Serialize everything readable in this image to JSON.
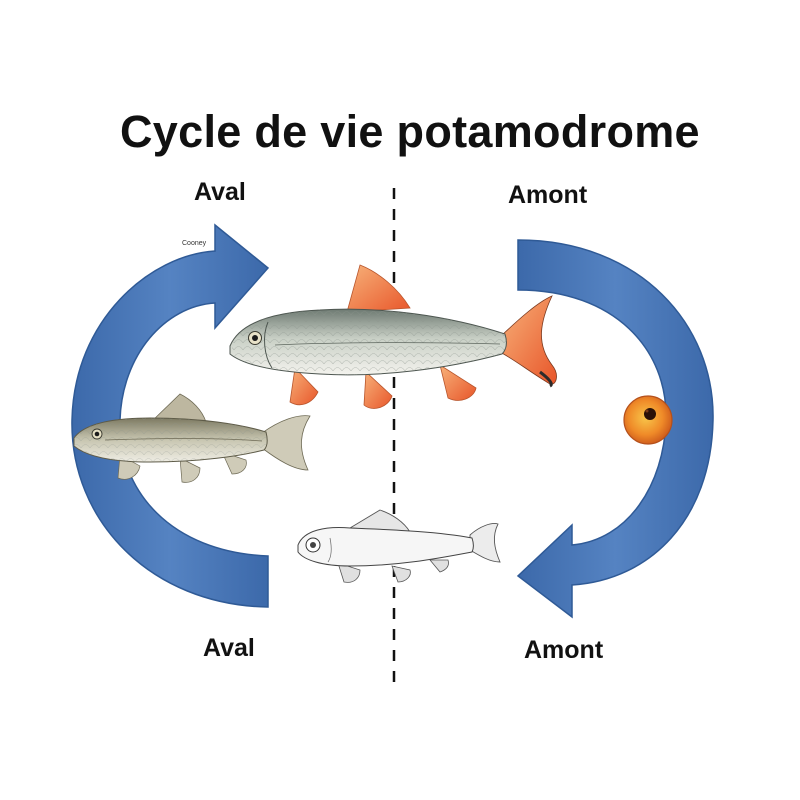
{
  "title": "Cycle de vie potamodrome",
  "labels": {
    "aval_top": "Aval",
    "amont_top": "Amont",
    "aval_bottom": "Aval",
    "amont_bottom": "Amont"
  },
  "credit": "Cooney",
  "colors": {
    "arrow_fill": "#4a78b8",
    "arrow_edge": "#2f5a96",
    "divider": "#111111",
    "fin_orange": "#f07a3a",
    "egg_orange": "#f39a2a"
  },
  "icons": [
    "adult-fish-icon",
    "juvenile-fish-icon",
    "larva-fish-icon",
    "egg-icon",
    "cycle-arrow-icon"
  ]
}
